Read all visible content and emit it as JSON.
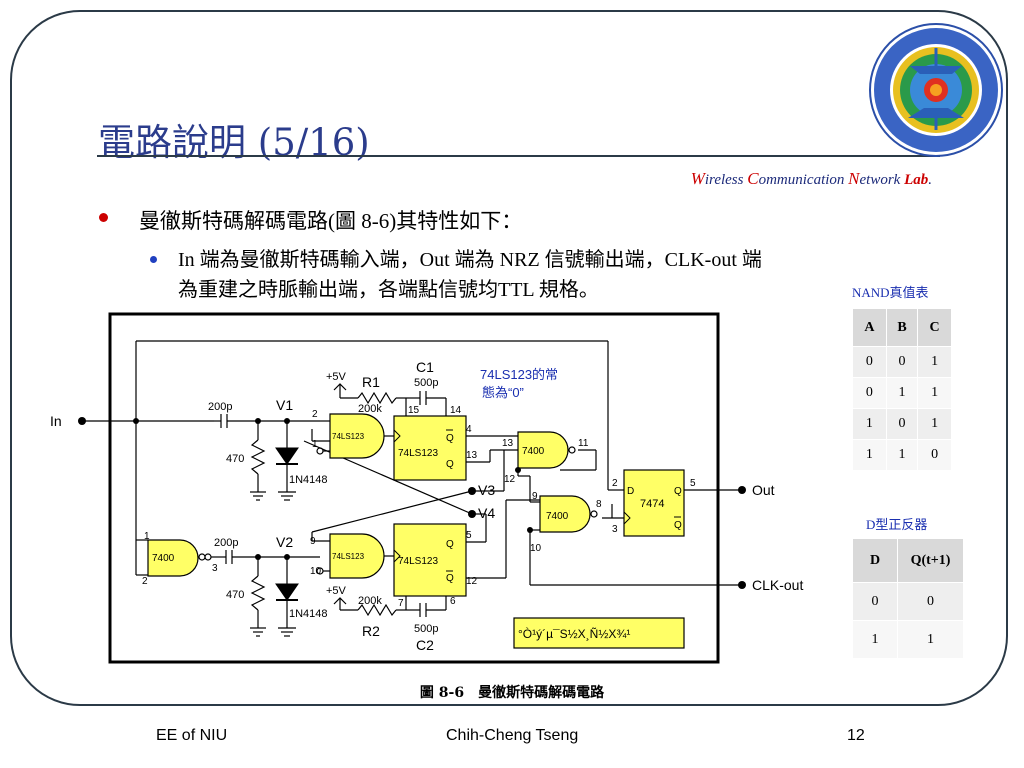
{
  "slide": {
    "title": "電路說明 (5/16)",
    "lab_name": {
      "w": "W",
      "ireless": "ireless ",
      "c": "C",
      "ommunication": "ommunication ",
      "n": "N",
      "etwork": "etwork ",
      "lab": "Lab",
      "dot": "."
    }
  },
  "bullets": {
    "level1": "曼徹斯特碼解碼電路(圖 8-6)其特性如下：",
    "level2_line1": "In 端為曼徹斯特碼輸入端，Out 端為 NRZ 信號輸出端，CLK-out 端",
    "level2_line2": "為重建之時脈輸出端，各端點信號均TTL 規格。"
  },
  "nand_table": {
    "caption": "NAND真值表",
    "headers": [
      "A",
      "B",
      "C"
    ],
    "rows": [
      [
        "0",
        "0",
        "1"
      ],
      [
        "0",
        "1",
        "1"
      ],
      [
        "1",
        "0",
        "1"
      ],
      [
        "1",
        "1",
        "0"
      ]
    ]
  },
  "d_table": {
    "caption": "D型正反器",
    "headers": [
      "D",
      "Q(t+1)"
    ],
    "rows": [
      [
        "0",
        "0"
      ],
      [
        "1",
        "1"
      ]
    ]
  },
  "circuit": {
    "in_label": "In",
    "out_label": "Out",
    "clkout_label": "CLK-out",
    "v1": "V1",
    "v2": "V2",
    "v3": "V3",
    "v4": "V4",
    "r1": "R1",
    "r2": "R2",
    "c1": "C1",
    "c2": "C2",
    "plus5v_top": "+5V",
    "plus5v_bottom": "+5V",
    "r_val_top": "200k",
    "r_val_bottom": "200k",
    "c_val_top": "500p",
    "c_val_bottom": "500p",
    "cap_in_top": "200p",
    "cap_in_bottom": "200p",
    "res_470_top": "470",
    "res_470_bottom": "470",
    "diode_top": "1N4148",
    "diode_bottom": "1N4148",
    "chip_top": "74LS123",
    "chip_bottom": "74LS123",
    "gate_small_top": "74LS123",
    "gate_small_bottom": "74LS123",
    "q_label": "Q",
    "qbar_label": "Q",
    "nand_top": "7400",
    "nand_mid": "7400",
    "nand_left": "7400",
    "dff": "7474",
    "dff_d": "D",
    "dff_q": "Q",
    "dff_qbar": "Q",
    "note_line1": "74LS123的常",
    "note_line2": "態為“0”",
    "garbled": "°Ò¹ý´µ¯S½X¸Ñ½X¾¹",
    "pins": {
      "p2a": "2",
      "p1a": "1",
      "p15": "15",
      "p14": "14",
      "p4": "4",
      "p13a": "13",
      "p13b": "13",
      "p11": "11",
      "p12a": "12",
      "p9a": "9",
      "p8": "8",
      "p10a": "10",
      "p2b": "2",
      "p3b": "3",
      "p5b": "5",
      "p1b": "1",
      "p2c": "2",
      "p3c": "3",
      "p9b": "9",
      "p10b": "10",
      "p5": "5",
      "p12": "12",
      "p7": "7",
      "p6": "6"
    }
  },
  "figure_caption": "圖 8-6　曼徹斯特碼解碼電路",
  "footer": {
    "left": "EE of NIU",
    "center": "Chih-Cheng Tseng",
    "page": "12"
  },
  "colors": {
    "title": "#2b3c8c",
    "bullet_red": "#cc0000",
    "bullet_blue": "#2040c0",
    "chip_fill": "#ffff66",
    "note_blue": "#1a2fb0"
  }
}
